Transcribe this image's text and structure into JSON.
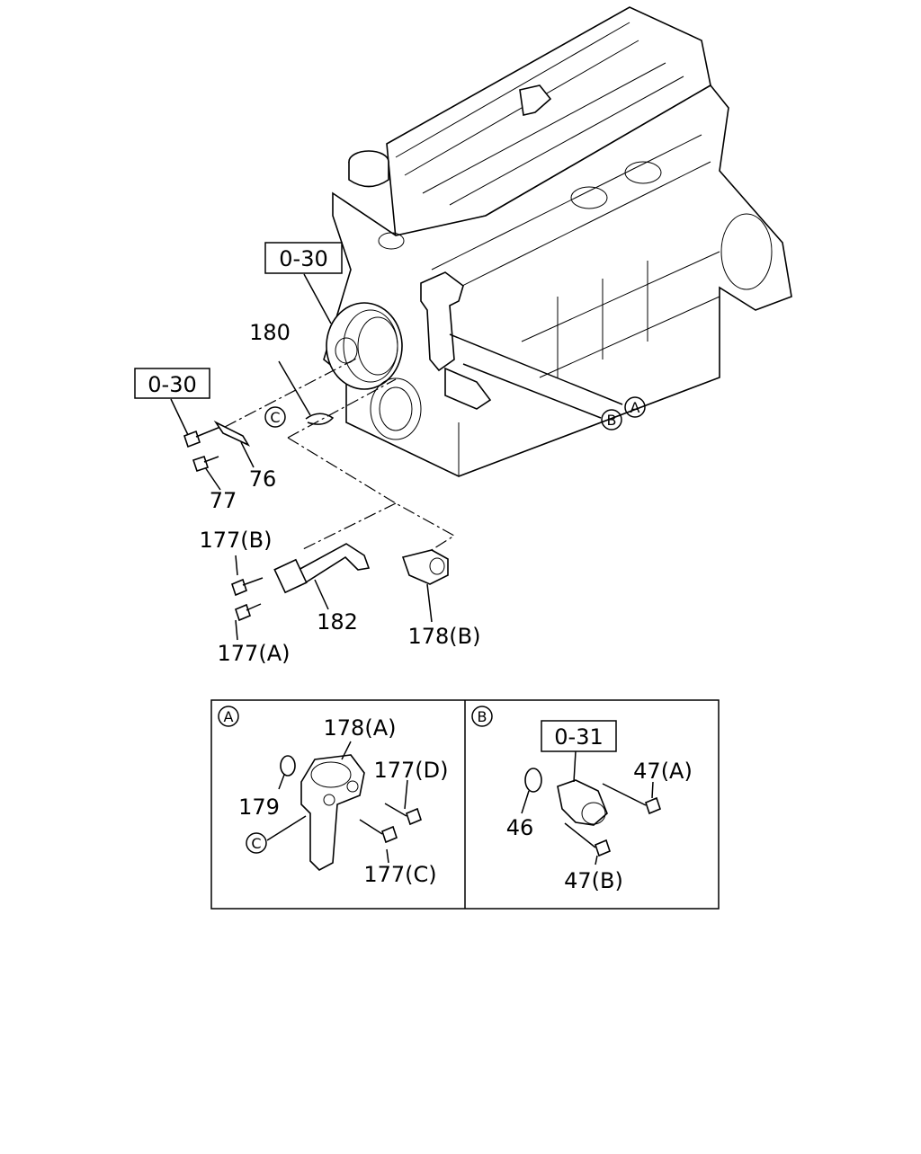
{
  "colors": {
    "ink": "#000000",
    "paper": "#ffffff"
  },
  "ref_boxes": {
    "top": "0-30",
    "left": "0-30",
    "detail_b": "0-31"
  },
  "callouts": {
    "c180": "180",
    "c76": "76",
    "c77": "77",
    "c177b": "177(B)",
    "c177a": "177(A)",
    "c182": "182",
    "c178b": "178(B)"
  },
  "markers": {
    "a": "A",
    "b": "B",
    "c": "C"
  },
  "detail_a": {
    "marker": "A",
    "c178a": "178(A)",
    "c177d": "177(D)",
    "c179": "179",
    "c177c": "177(C)",
    "marker_c": "C"
  },
  "detail_b": {
    "marker": "B",
    "c47a": "47(A)",
    "c46": "46",
    "c47b": "47(B)"
  }
}
